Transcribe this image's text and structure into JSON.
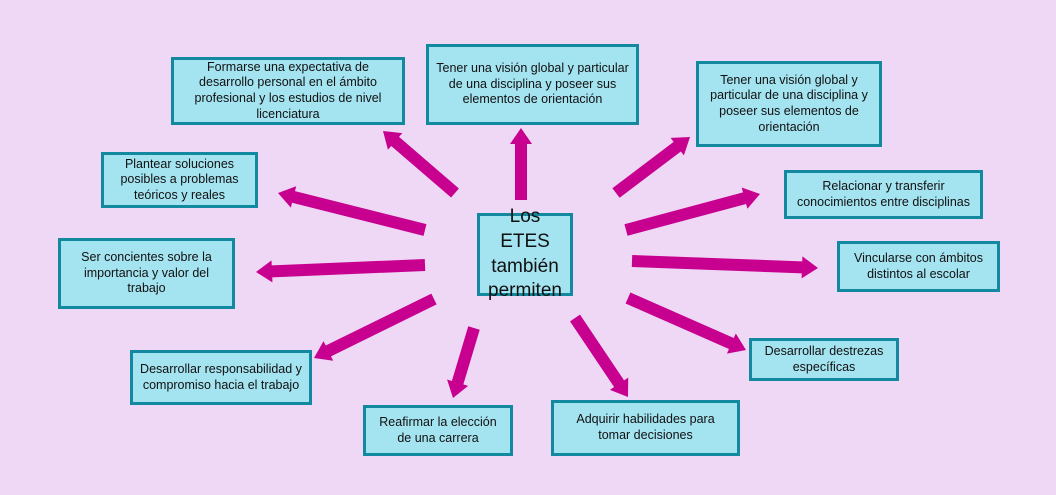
{
  "colors": {
    "background": "#eed8f5",
    "box_fill": "#a4e3f0",
    "box_border": "#12899e",
    "arrow": "#c8008f"
  },
  "center": {
    "label": "Los ETES también permiten"
  },
  "items": [
    "Formarse una expectativa de desarrollo personal en el ámbito profesional y los estudios de nivel licenciatura",
    "Tener una visión global y particular de una disciplina y poseer sus elementos de orientación",
    "Tener una visión global y particular de una disciplina y poseer sus elementos de orientación",
    "Plantear soluciones posibles a problemas teóricos y reales",
    "Relacionar y transferir conocimientos entre disciplinas",
    "Ser concientes sobre la importancia y valor del trabajo",
    "Vincularse con ámbitos distintos al escolar",
    "Desarrollar destrezas específicas",
    "Desarrollar responsabilidad y compromiso hacia el trabajo",
    "Reafirmar la elección de una carrera",
    "Adquirir habilidades para tomar decisiones"
  ]
}
